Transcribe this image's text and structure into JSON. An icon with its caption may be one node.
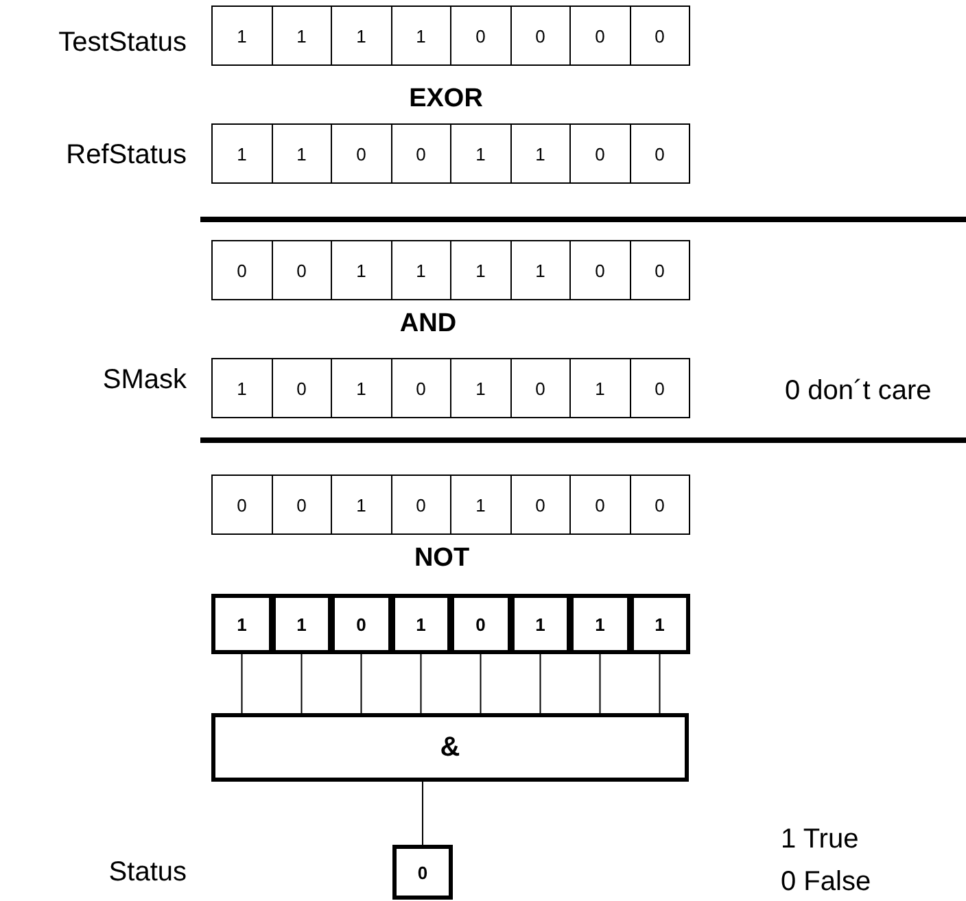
{
  "diagram": {
    "nodes": [
      {
        "text": [
          "1"
        ]
      },
      {
        "text": [
          "1"
        ]
      },
      {
        "text": [
          "1"
        ]
      },
      {
        "text": [
          "1"
        ]
      },
      {
        "text": [
          "0"
        ]
      },
      {
        "text": [
          "0"
        ]
      },
      {
        "text": [
          "0"
        ]
      },
      {
        "text": [
          "0"
        ]
      },
      {
        "text": [
          "1"
        ]
      },
      {
        "text": [
          "1"
        ]
      },
      {
        "text": [
          "0"
        ]
      },
      {
        "text": [
          "0"
        ]
      },
      {
        "text": [
          "1"
        ]
      },
      {
        "text": [
          "1"
        ]
      },
      {
        "text": [
          "0"
        ]
      },
      {
        "text": [
          "0"
        ]
      },
      {
        "text": [
          "0"
        ]
      },
      {
        "text": [
          "0"
        ]
      },
      {
        "text": [
          "1"
        ]
      },
      {
        "text": [
          "1"
        ]
      },
      {
        "text": [
          "1"
        ]
      },
      {
        "text": [
          "1"
        ]
      },
      {
        "text": [
          "0"
        ]
      },
      {
        "text": [
          "0"
        ]
      },
      {
        "text": [
          "1"
        ]
      },
      {
        "text": [
          "0"
        ]
      },
      {
        "text": [
          "1"
        ]
      },
      {
        "text": [
          "0"
        ]
      },
      {
        "text": [
          "1"
        ]
      },
      {
        "text": [
          "0"
        ]
      },
      {
        "text": [
          "1"
        ]
      },
      {
        "text": [
          "0"
        ]
      },
      {
        "text": [
          "0"
        ]
      },
      {
        "text": [
          "0"
        ]
      },
      {
        "text": [
          "1"
        ]
      },
      {
        "text": [
          "0"
        ]
      },
      {
        "text": [
          "1"
        ]
      },
      {
        "text": [
          "0"
        ]
      },
      {
        "text": [
          "0"
        ]
      },
      {
        "text": [
          "0"
        ]
      },
      {
        "text": [
          "1"
        ]
      },
      {
        "text": [
          "1"
        ]
      },
      {
        "text": [
          "0"
        ]
      },
      {
        "text": [
          "1"
        ]
      },
      {
        "text": [
          "0"
        ]
      },
      {
        "text": [
          "1"
        ]
      },
      {
        "text": [
          "1"
        ]
      },
      {
        "text": [
          "1"
        ]
      },
      {
        "text": [
          "&"
        ]
      },
      {
        "text": [
          "0"
        ]
      }
    ],
    "edges": [
      {
        "from": 40,
        "to": 48,
        "arrow": "none"
      },
      {
        "from": 41,
        "to": 48,
        "arrow": "none"
      },
      {
        "from": 42,
        "to": 48,
        "arrow": "none"
      },
      {
        "from": 43,
        "to": 48,
        "arrow": "none"
      },
      {
        "from": 44,
        "to": 48,
        "arrow": "none"
      },
      {
        "from": 45,
        "to": 48,
        "arrow": "none"
      },
      {
        "from": 46,
        "to": 48,
        "arrow": "none"
      },
      {
        "from": 47,
        "to": 48,
        "arrow": "none"
      },
      {
        "from": 48,
        "to": 49,
        "arrow": "none"
      }
    ],
    "labels": [
      "TestStatus",
      "EXOR",
      "RefStatus",
      "AND",
      "SMask",
      "0 don´t care",
      "NOT",
      "Status",
      "1 True",
      "0 False"
    ]
  }
}
